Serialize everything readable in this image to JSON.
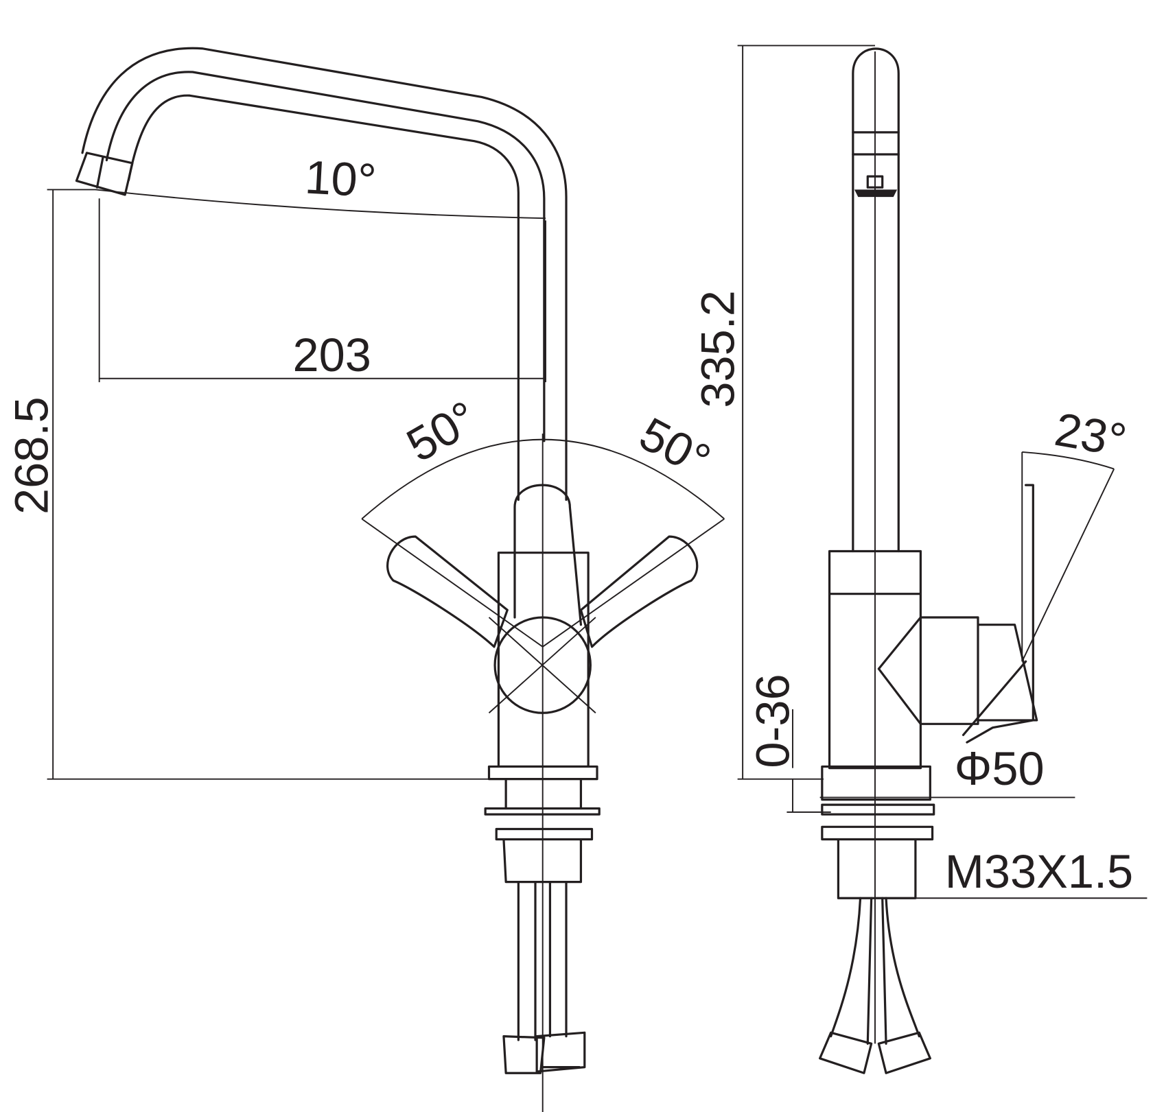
{
  "drawing": {
    "title": "Kitchen faucet dimension drawing",
    "front_view": {
      "spout_angle": "10°",
      "spout_reach": "203",
      "spout_height": "268.5",
      "swivel_left": "50°",
      "swivel_right": "50°"
    },
    "side_view": {
      "total_height": "335.2",
      "lever_angle": "23°",
      "deck_thickness": "0-36",
      "base_diameter": "Φ50",
      "thread": "M33X1.5"
    },
    "line_color": "#231f20"
  }
}
